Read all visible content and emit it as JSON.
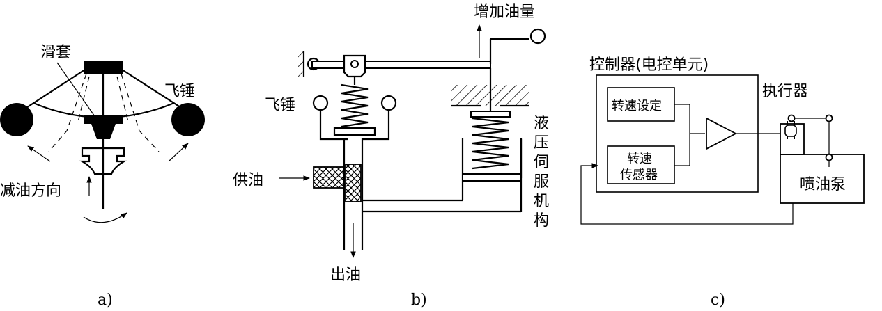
{
  "panel_a": {
    "sleeve_label": "滑套",
    "flyweight_label": "飞锤",
    "decrease_fuel_label": "减油方向",
    "caption": "a)"
  },
  "panel_b": {
    "increase_fuel_label": "增加油量",
    "flyweight_label": "飞锤",
    "supply_oil_label": "供油",
    "outlet_oil_label": "出油",
    "servo_label_chars": [
      "液",
      "压",
      "伺",
      "服",
      "机",
      "构"
    ],
    "caption": "b)"
  },
  "panel_c": {
    "controller_label": "控制器(电控单元)",
    "actuator_label": "执行器",
    "speed_setting_label": "转速设定",
    "speed_sensor_line1": "转速",
    "speed_sensor_line2": "传感器",
    "injection_pump_label": "喷油泵",
    "caption": "c)"
  }
}
